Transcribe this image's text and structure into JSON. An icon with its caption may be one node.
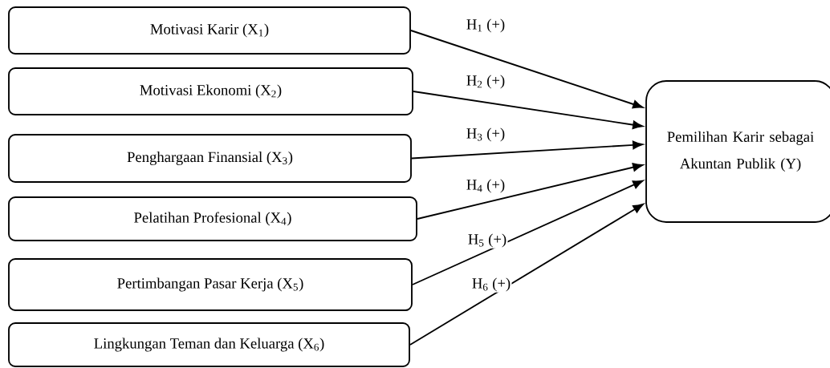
{
  "diagram": {
    "nodes": [
      {
        "text": [
          "Motivasi Karir (X$_{1}$)"
        ]
      },
      {
        "text": [
          "Motivasi Ekonomi (X$_{2}$)"
        ]
      },
      {
        "text": [
          "Penghargaan Finansial (X$_{3}$)"
        ]
      },
      {
        "text": [
          "Pelatihan Profesional (X$_{4}$)"
        ]
      },
      {
        "text": [
          "Pertimbangan Pasar Kerja (X$_{5}$)"
        ]
      },
      {
        "text": [
          "Lingkungan Teman dan Keluarga (X$_{6}$)"
        ]
      },
      {
        "text": [
          "Pemilihan Karir sebagai Akuntan Publik (Y)"
        ]
      }
    ],
    "edges": [
      {
        "from": 0,
        "to": 6,
        "arrow": "to",
        "label": "H$_{1}$ (+)"
      },
      {
        "from": 1,
        "to": 6,
        "arrow": "to",
        "label": "H$_{2}$ (+)"
      },
      {
        "from": 2,
        "to": 6,
        "arrow": "to",
        "label": "H$_{3}$ (+)"
      },
      {
        "from": 3,
        "to": 6,
        "arrow": "to",
        "label": "H$_{4}$ (+)"
      },
      {
        "from": 4,
        "to": 6,
        "arrow": "to",
        "label": "H$_{5}$ (+)"
      },
      {
        "from": 5,
        "to": 6,
        "arrow": "to",
        "label": "H$_{6}$ (+)"
      }
    ]
  }
}
